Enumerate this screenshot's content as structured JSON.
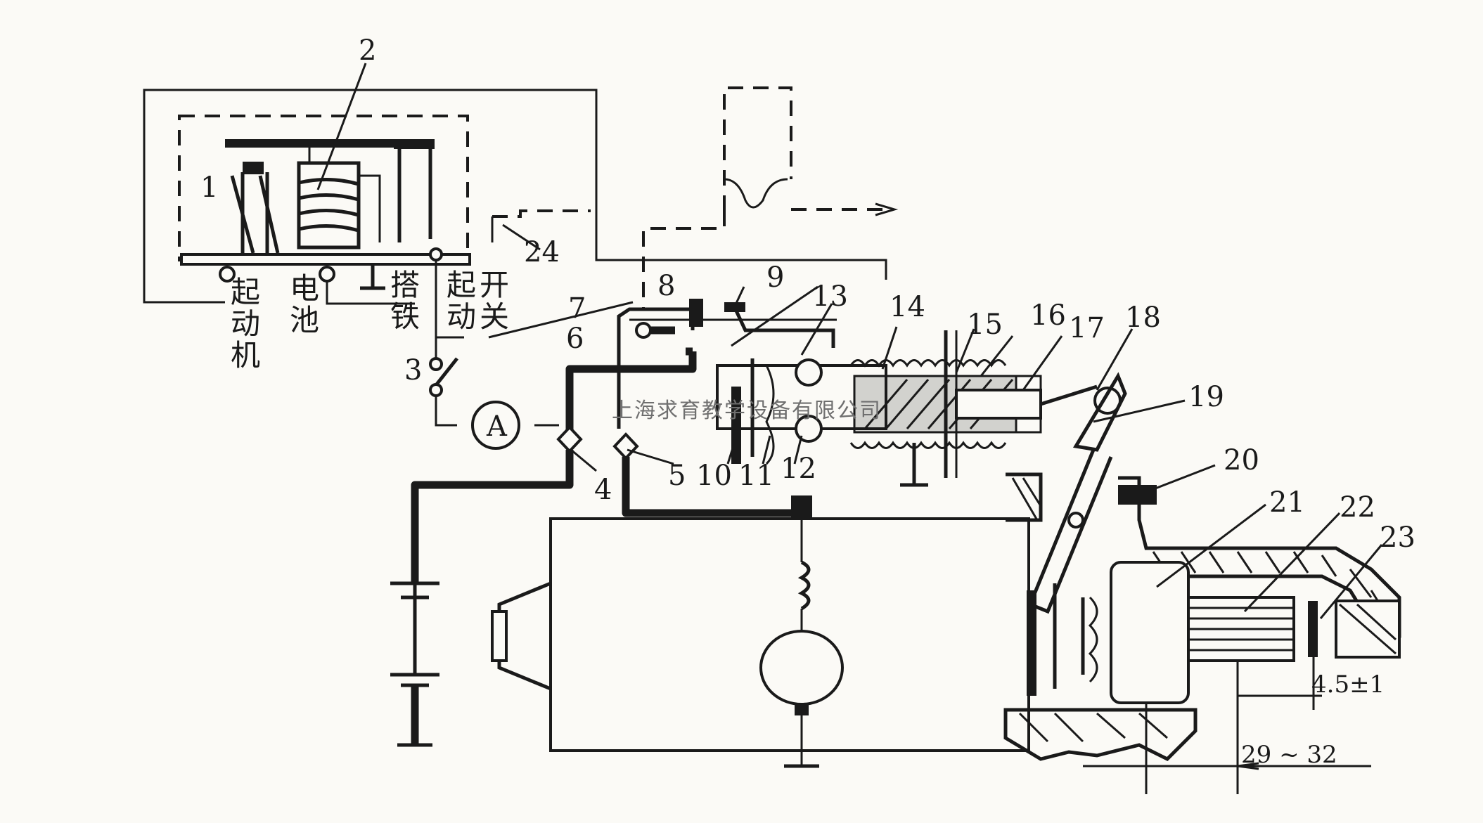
{
  "callouts": [
    "1",
    "2",
    "3",
    "4",
    "5",
    "6",
    "7",
    "8",
    "9",
    "10",
    "11",
    "12",
    "13",
    "14",
    "15",
    "16",
    "17",
    "18",
    "19",
    "20",
    "21",
    "22",
    "23",
    "24"
  ],
  "terminals": {
    "starter": [
      "起",
      "动",
      "机"
    ],
    "battery": [
      "电",
      "池"
    ],
    "ground": [
      "搭",
      "铁"
    ],
    "start_switch_a": [
      "起",
      "动"
    ],
    "start_switch_b": [
      "开",
      "关"
    ]
  },
  "ammeter": "A",
  "dimensions": {
    "gap": "4.5±1",
    "travel": "29 ~ 32"
  },
  "watermark": "上海求育教学设备有限公司"
}
